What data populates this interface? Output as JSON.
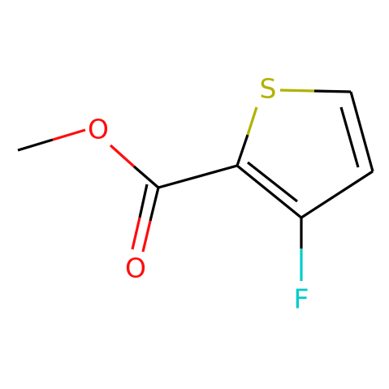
{
  "colors": {
    "carbon": "#000000",
    "oxygen": "#ff0d0d",
    "sulfur": "#b2b200",
    "fluorine": "#00cccc",
    "background": "#ffffff"
  },
  "atoms": {
    "S": "S",
    "O_ether": "O",
    "O_carbonyl": "O",
    "F": "F"
  }
}
